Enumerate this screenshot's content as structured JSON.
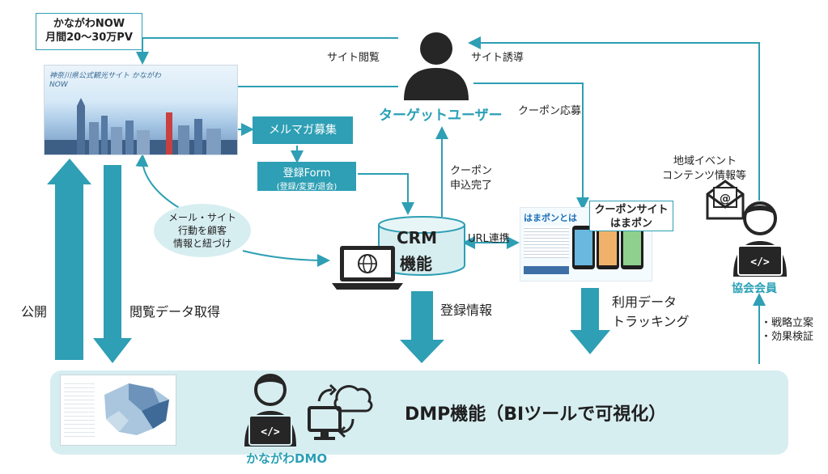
{
  "kanagawa_now": {
    "line1": "かながわNOW",
    "line2": "月間20～30万PV",
    "site_logo": "神奈川県公式観光サイト かながわNOW"
  },
  "target_user": {
    "label": "ターゲットユーザー"
  },
  "flows": {
    "site_view": "サイト閲覧",
    "site_induce": "サイト誘導",
    "coupon_apply": "クーポン応募",
    "coupon_done_1": "クーポン",
    "coupon_done_2": "申込完了",
    "url_link": "URL連携",
    "publish": "公開",
    "view_data": "閲覧データ取得",
    "register_info": "登録情報",
    "usage_1": "利用データ",
    "usage_2": "トラッキング",
    "strategy_1": "・戦略立案",
    "strategy_2": "・効果検証",
    "regional_1": "地域イベント",
    "regional_2": "コンテンツ情報等"
  },
  "mailmag": {
    "label": "メルマガ募集"
  },
  "reg_form": {
    "title": "登録Form",
    "sub": "(登録/変更/退会)"
  },
  "bubble": {
    "line1": "メール・サイト",
    "line2": "行動を顧客",
    "line3": "情報と紐づけ"
  },
  "crm": {
    "line1": "CRM",
    "line2": "機能"
  },
  "coupon_site": {
    "line1": "クーポンサイト",
    "line2": "はまポン",
    "logo": "はまポンとは"
  },
  "member": {
    "label": "協会会員"
  },
  "dmp": {
    "title": "DMP機能（BIツールで可視化）",
    "org": "かながわDMO"
  },
  "colors": {
    "teal": "#2e9fb4",
    "teal_light": "#d7eef1",
    "dark": "#222222"
  }
}
